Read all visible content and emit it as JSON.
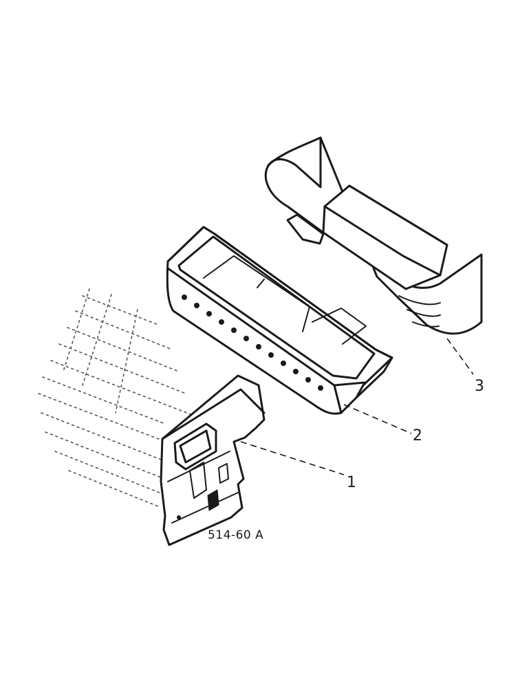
{
  "figure_reference": "514-60 A",
  "callouts": [
    {
      "id": "1",
      "label": "1"
    },
    {
      "id": "2",
      "label": "2"
    },
    {
      "id": "3",
      "label": "3"
    }
  ],
  "colors": {
    "ink": "#1a1a1a",
    "background": "#ffffff"
  }
}
